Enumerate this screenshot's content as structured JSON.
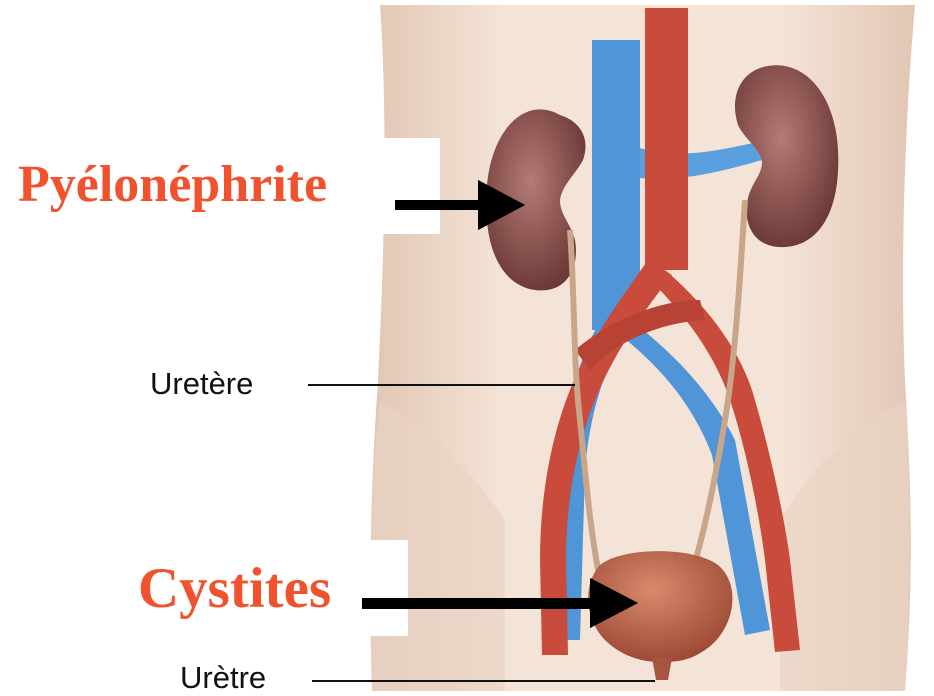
{
  "labels": {
    "callouts": {
      "pyelonephrite": "Pyélonéphrite",
      "cystites": "Cystites"
    },
    "anatomy": {
      "uretere": "Uretère",
      "uretre": "Urètre"
    }
  },
  "colors": {
    "callout_text": "#f0522e",
    "label_text": "#111111",
    "skin_light": "#f3e2d6",
    "skin_shadow": "#dcc2b0",
    "vein": "#4a8fd4",
    "artery": "#c94a3a",
    "kidney": "#8b4f4c",
    "bladder": "#b8604a",
    "arrow": "#000000"
  }
}
